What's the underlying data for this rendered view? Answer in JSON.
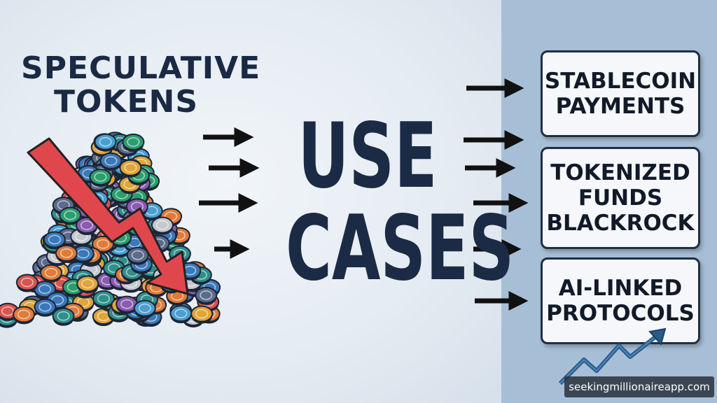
{
  "left_panel": {
    "heading_line1": "SPECULATIVE",
    "heading_line2": "TOKENS"
  },
  "center": {
    "title_line1": "USE",
    "title_line2": "CASES"
  },
  "right_panel": {
    "boxes": [
      {
        "line1": "STABLECOIN",
        "line2": "PAYMENTS"
      },
      {
        "line1": "TOKENIZED",
        "line2": "FUNDS",
        "line3": "BLACKROCK"
      },
      {
        "line1": "AI-LINKED",
        "line2": "PROTOCOLS"
      }
    ]
  },
  "watermark": "seekingmillionaireapp.com",
  "colors": {
    "left_background": "#e6edf3",
    "right_background": "#a7bfd6",
    "title_text": "#1b2b45",
    "down_arrow": "#e0474c",
    "up_arrow": "#2a5a8a",
    "box_border": "#1f2d45"
  },
  "icons": {
    "coin_pile": "crypto-coin-pile",
    "down_trend": "red-zigzag-down-arrow",
    "up_trend": "blue-zigzag-up-arrow",
    "flow_arrows": "black-right-arrows"
  }
}
